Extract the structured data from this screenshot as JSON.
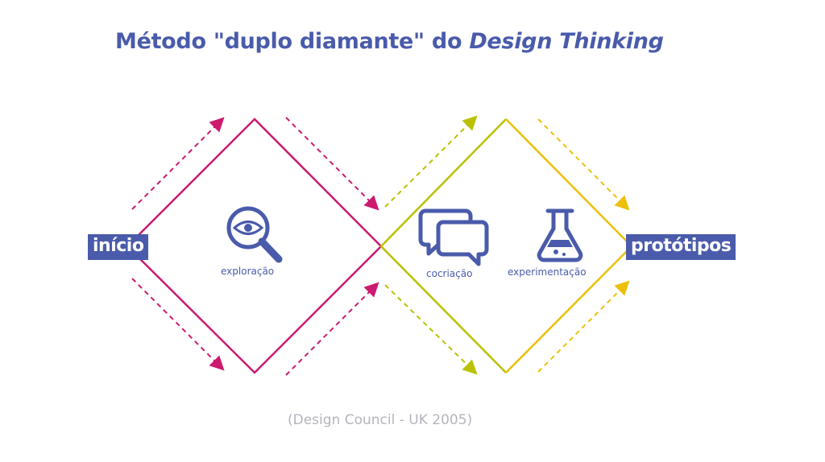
{
  "title": {
    "prefix": "Método \"duplo diamante\" do ",
    "emphasis": "Design Thinking"
  },
  "start_label": "início",
  "end_label": "protótipos",
  "stages": {
    "exploration": "exploração",
    "cocreation": "cocriação",
    "experimentation": "experimentação"
  },
  "source": "(Design Council - UK 2005)",
  "colors": {
    "accent": "#4a5bab",
    "diamond_1": "#cc1a6f",
    "diamond_2_left": "#b9c100",
    "diamond_2_right": "#ecc00a",
    "source_text": "#b6b3bd"
  },
  "icons": {
    "exploration": "magnifier-eye-icon",
    "cocreation": "speech-bubbles-icon",
    "experimentation": "flask-icon"
  }
}
